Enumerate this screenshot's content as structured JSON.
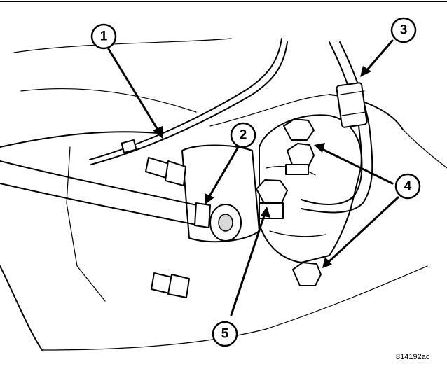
{
  "callouts": [
    {
      "label": "1",
      "target": "brake-line"
    },
    {
      "label": "2",
      "target": "brake-hose-fitting"
    },
    {
      "label": "3",
      "target": "line-connector"
    },
    {
      "label": "4",
      "target": "mounting-bolts"
    },
    {
      "label": "5",
      "target": "banjo-bolt"
    }
  ],
  "figure_id": "814192ac",
  "colors": {
    "ink": "#000000",
    "paper": "#ffffff",
    "shade": "#d9d9d9"
  }
}
